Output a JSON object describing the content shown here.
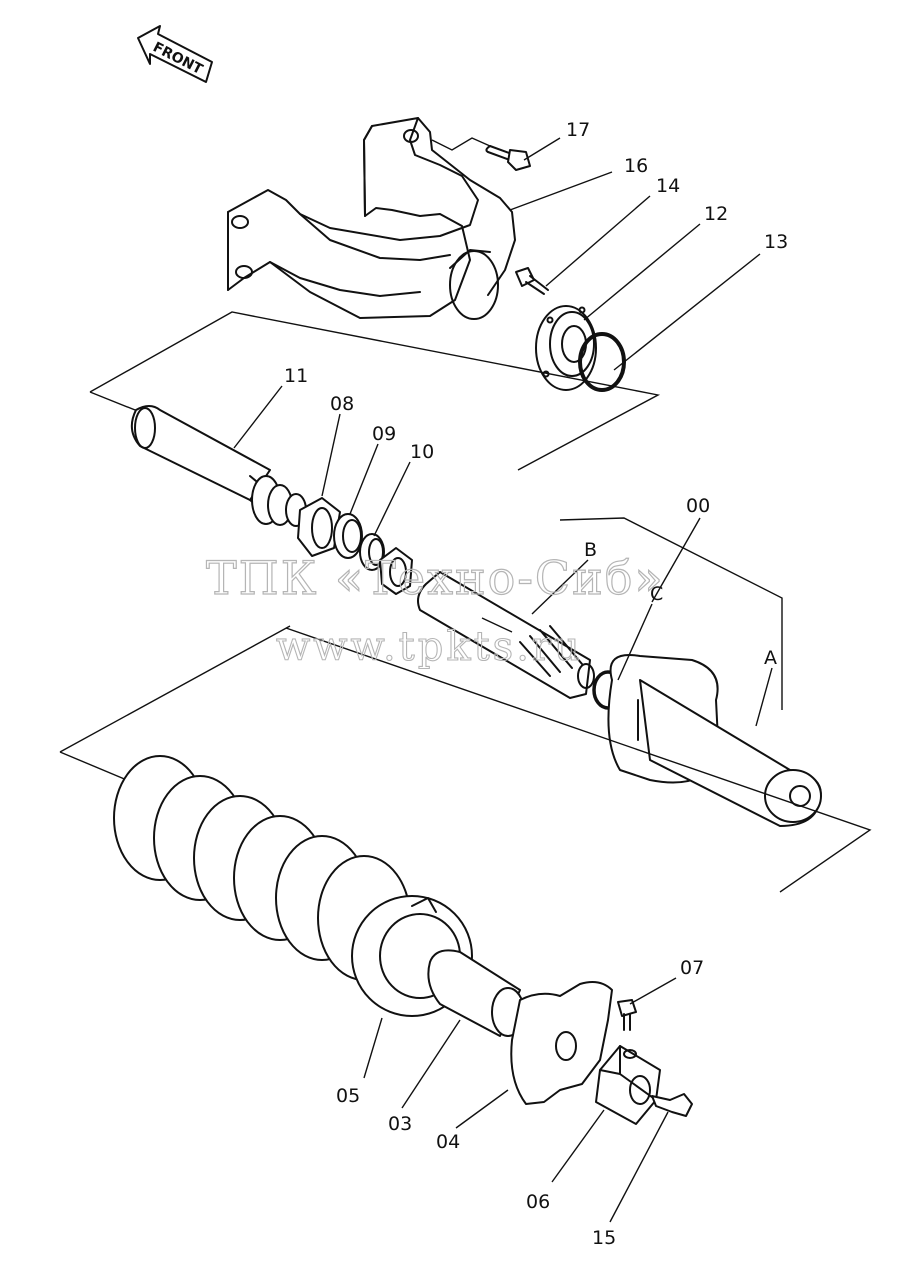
{
  "front_label": "FRONT",
  "watermark": {
    "line1": "ТПК «Техно-Сиб»",
    "line2": "www.tpkts.ru"
  },
  "callouts": {
    "p17": "17",
    "p16": "16",
    "p14": "14",
    "p12": "12",
    "p13": "13",
    "p11": "11",
    "p08": "08",
    "p09": "09",
    "p10": "10",
    "p00": "00",
    "pB": "B",
    "pC": "C",
    "pA": "A",
    "p07": "07",
    "p05": "05",
    "p03": "03",
    "p04": "04",
    "p06": "06",
    "p15": "15"
  }
}
